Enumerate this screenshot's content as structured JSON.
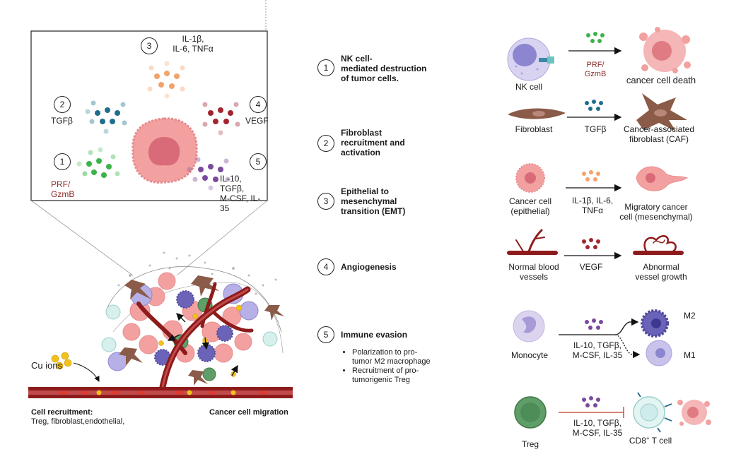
{
  "inset": {
    "items": [
      {
        "num": "1",
        "label": "PRF/",
        "label2": "GzmB"
      },
      {
        "num": "2",
        "label": "TGFβ"
      },
      {
        "num": "3",
        "label": "IL-1β,",
        "label2": "IL-6, TNFα"
      },
      {
        "num": "4",
        "label": "VEGF"
      },
      {
        "num": "5",
        "label": "IL-10, TGFβ,",
        "label2": "M-CSF, IL-35"
      }
    ]
  },
  "bottom": {
    "cu_ions": "Cu ions",
    "recruitment_title": "Cell recruitment:",
    "recruitment_list": "Treg, fibroblast,endothelial,",
    "migration": "Cancer cell migration"
  },
  "mechanisms": [
    {
      "num": "1",
      "line1": "NK cell-",
      "line2": "mediated destruction",
      "line3": "of tumor cells."
    },
    {
      "num": "2",
      "line1": "Fibroblast",
      "line2": "recruitment and",
      "line3": "activation"
    },
    {
      "num": "3",
      "line1": "Epithelial to",
      "line2": "mesenchymal",
      "line3": "transition (EMT)"
    },
    {
      "num": "4",
      "line1": "Angiogenesis"
    },
    {
      "num": "5",
      "line1": "Immune evasion"
    }
  ],
  "immune_bullets": [
    {
      "l1": "Polarization to pro-",
      "l2": "tumor M2 macrophage"
    },
    {
      "l1": "Recruitment of pro-",
      "l2": "tumorigenic Treg"
    }
  ],
  "right": {
    "nk_cell": "NK cell",
    "prf": "PRF/",
    "gzmb": "GzmB",
    "cancer_death": "cancer cell death",
    "fibroblast": "Fibroblast",
    "tgfb": "TGFβ",
    "caf1": "Cancer-associated",
    "caf2": "fibroblast (CAF)",
    "cancer_cell1": "Cancer cell",
    "cancer_cell2": "(epithelial)",
    "emt_cyto1": "IL-1β, IL-6,",
    "emt_cyto2": "TNFα",
    "migratory1": "Migratory cancer",
    "migratory2": "cell (mesenchymal)",
    "normal1": "Normal blood",
    "normal2": "vessels",
    "vegf": "VEGF",
    "abnormal1": "Abnormal",
    "abnormal2": "vessel growth",
    "monocyte": "Monocyte",
    "mono_cyto1": "IL-10, TGFβ,",
    "mono_cyto2": "M-CSF, IL-35",
    "m2": "M2",
    "m1": "M1",
    "treg": "Treg",
    "treg_cyto1": "IL-10, TGFβ,",
    "treg_cyto2": "M-CSF, IL-35",
    "cd8": "CD8",
    "cd8_sup": "+",
    "cd8_rest": " T cell"
  },
  "colors": {
    "prf": "#3bb34a",
    "tgfb": "#1f6e8c",
    "il1": "#f2a36b",
    "vegf": "#a3242f",
    "il10": "#7a4a9c",
    "vessel": "#8e1b1b",
    "cancer": "#f08f8f",
    "nk": "#8c86d0"
  }
}
